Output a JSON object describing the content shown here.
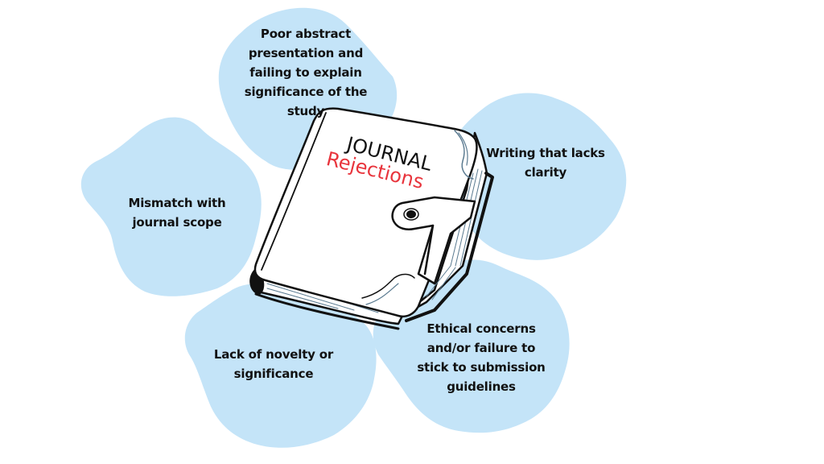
{
  "colors": {
    "background": "#ffffff",
    "blob": "#c4e4f8",
    "text": "#111111",
    "accent_red": "#e8343c",
    "outline": "#111111"
  },
  "book": {
    "title_line1": "JOURNAL",
    "title_line2": "Rejections"
  },
  "reasons": [
    {
      "id": "abstract",
      "text": "Poor abstract\npresentation and\nfailing to explain\nsignificance of the\nstudy"
    },
    {
      "id": "clarity",
      "text": "Writing that lacks\nclarity"
    },
    {
      "id": "scope",
      "text": "Mismatch with\njournal scope"
    },
    {
      "id": "novelty",
      "text": "Lack of novelty or\nsignificance"
    },
    {
      "id": "ethics",
      "text": "Ethical concerns\nand/or failure to\nstick to submission\nguidelines"
    }
  ]
}
